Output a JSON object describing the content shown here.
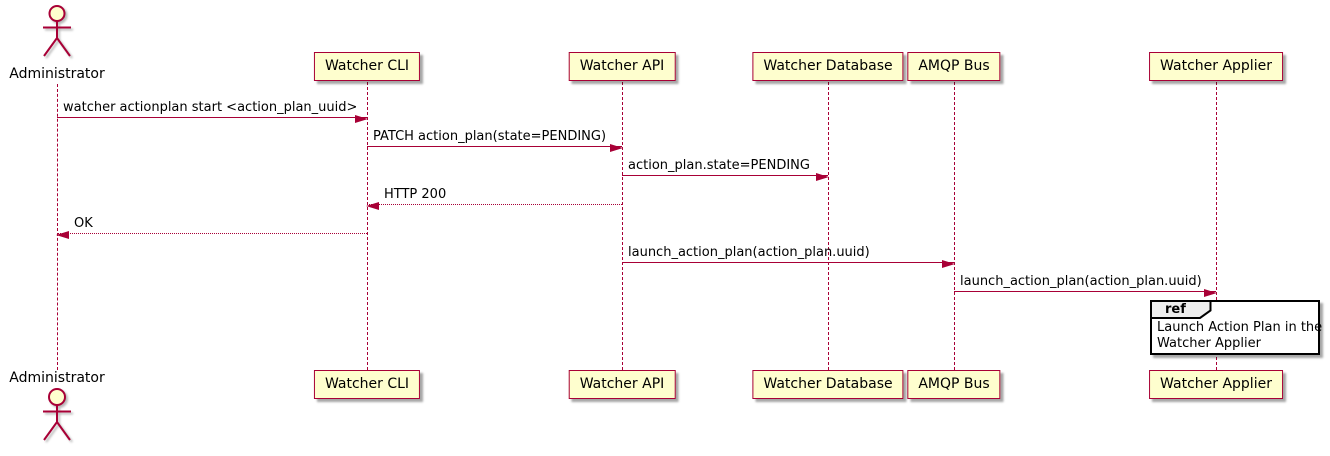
{
  "diagram_type": "sequence-diagram",
  "colors": {
    "accent": "#A80036",
    "participant_fill": "#FEFECE",
    "ref_header_fill": "#EEEEEE",
    "ref_border": "#000000",
    "text": "#000000"
  },
  "actor": {
    "label": "Administrator"
  },
  "participants": [
    {
      "label": "Watcher CLI"
    },
    {
      "label": "Watcher API"
    },
    {
      "label": "Watcher Database"
    },
    {
      "label": "AMQP Bus"
    },
    {
      "label": "Watcher Applier"
    }
  ],
  "messages": [
    {
      "from": "Administrator",
      "to": "Watcher CLI",
      "label": "watcher actionplan start <action_plan_uuid>",
      "line": "solid"
    },
    {
      "from": "Watcher CLI",
      "to": "Watcher API",
      "label": "PATCH action_plan(state=PENDING)",
      "line": "solid"
    },
    {
      "from": "Watcher API",
      "to": "Watcher Database",
      "label": "action_plan.state=PENDING",
      "line": "solid"
    },
    {
      "from": "Watcher API",
      "to": "Watcher CLI",
      "label": "HTTP 200",
      "line": "dotted"
    },
    {
      "from": "Watcher CLI",
      "to": "Administrator",
      "label": "OK",
      "line": "dotted"
    },
    {
      "from": "Watcher API",
      "to": "AMQP Bus",
      "label": "launch_action_plan(action_plan.uuid)",
      "line": "solid"
    },
    {
      "from": "AMQP Bus",
      "to": "Watcher Applier",
      "label": "launch_action_plan(action_plan.uuid)",
      "line": "solid"
    }
  ],
  "ref": {
    "keyword": "ref",
    "over": "Watcher Applier",
    "lines": [
      "Launch Action Plan in the",
      "Watcher Applier"
    ]
  }
}
